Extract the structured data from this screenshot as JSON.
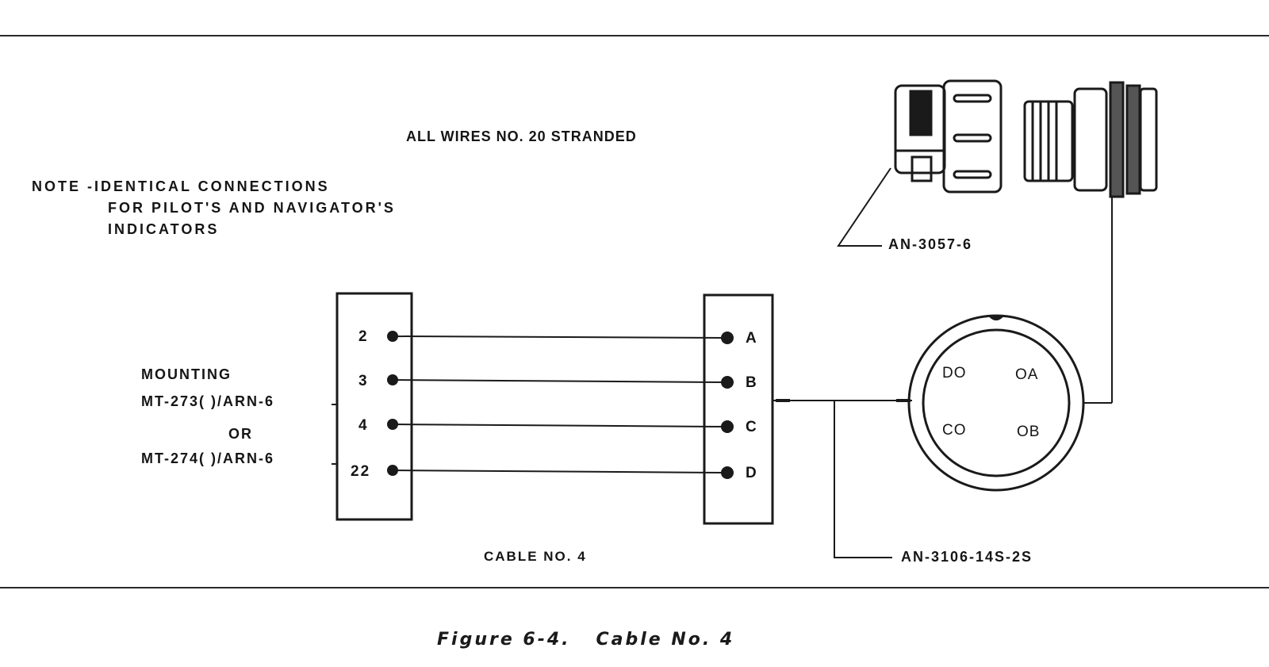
{
  "wire_spec": "ALL WIRES NO. 20 STRANDED",
  "note": {
    "line1": "NOTE -IDENTICAL CONNECTIONS",
    "line2": "FOR PILOT'S AND NAVIGATOR'S",
    "line3": "INDICATORS"
  },
  "mounting": {
    "title": "MOUNTING",
    "option1": "MT-273( )/ARN-6",
    "or": "OR",
    "option2": "MT-274( )/ARN-6"
  },
  "left_terminals": [
    "2",
    "3",
    "4",
    "22"
  ],
  "right_terminals": [
    "A",
    "B",
    "C",
    "D"
  ],
  "connector_pins": [
    "DO",
    "OA",
    "CO",
    "OB"
  ],
  "cable_label": "CABLE NO. 4",
  "clamp_label": "AN-3057-6",
  "plug_label": "AN-3106-14S-2S",
  "figure_caption": "Figure 6-4.   Cable No. 4"
}
